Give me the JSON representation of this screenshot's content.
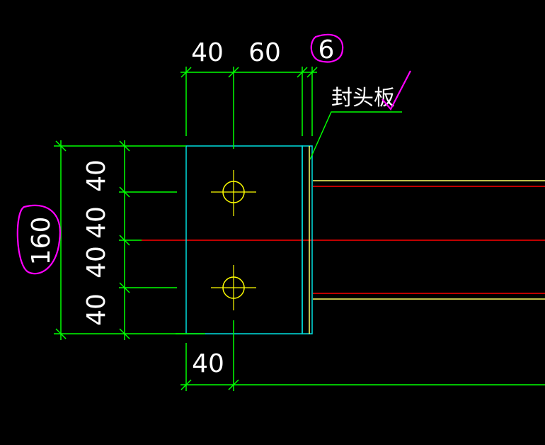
{
  "drawing": {
    "colors": {
      "background": "#000000",
      "dimension_line": "#00ff00",
      "plate_outline": "#00e0e0",
      "end_plate": "#ffff66",
      "center_line": "#ff0000",
      "bolt": "#ffff00",
      "markup": "#ff00ff",
      "text": "#ffffff"
    },
    "top_dimensions": {
      "left": "40",
      "middle": "60",
      "right": "6"
    },
    "left_dimensions": {
      "segment_1": "40",
      "segment_2": "40",
      "segment_3": "40",
      "segment_4": "40",
      "total": "160"
    },
    "bottom_dimension": "40",
    "leader_label": "封头板",
    "markup": {
      "circled_top": "6",
      "circled_left": "160",
      "check_mark": "check-mark-icon"
    },
    "bolts": [
      {
        "name": "bolt-top",
        "symbol": "bolt-hole-icon"
      },
      {
        "name": "bolt-bottom",
        "symbol": "bolt-hole-icon"
      }
    ]
  }
}
